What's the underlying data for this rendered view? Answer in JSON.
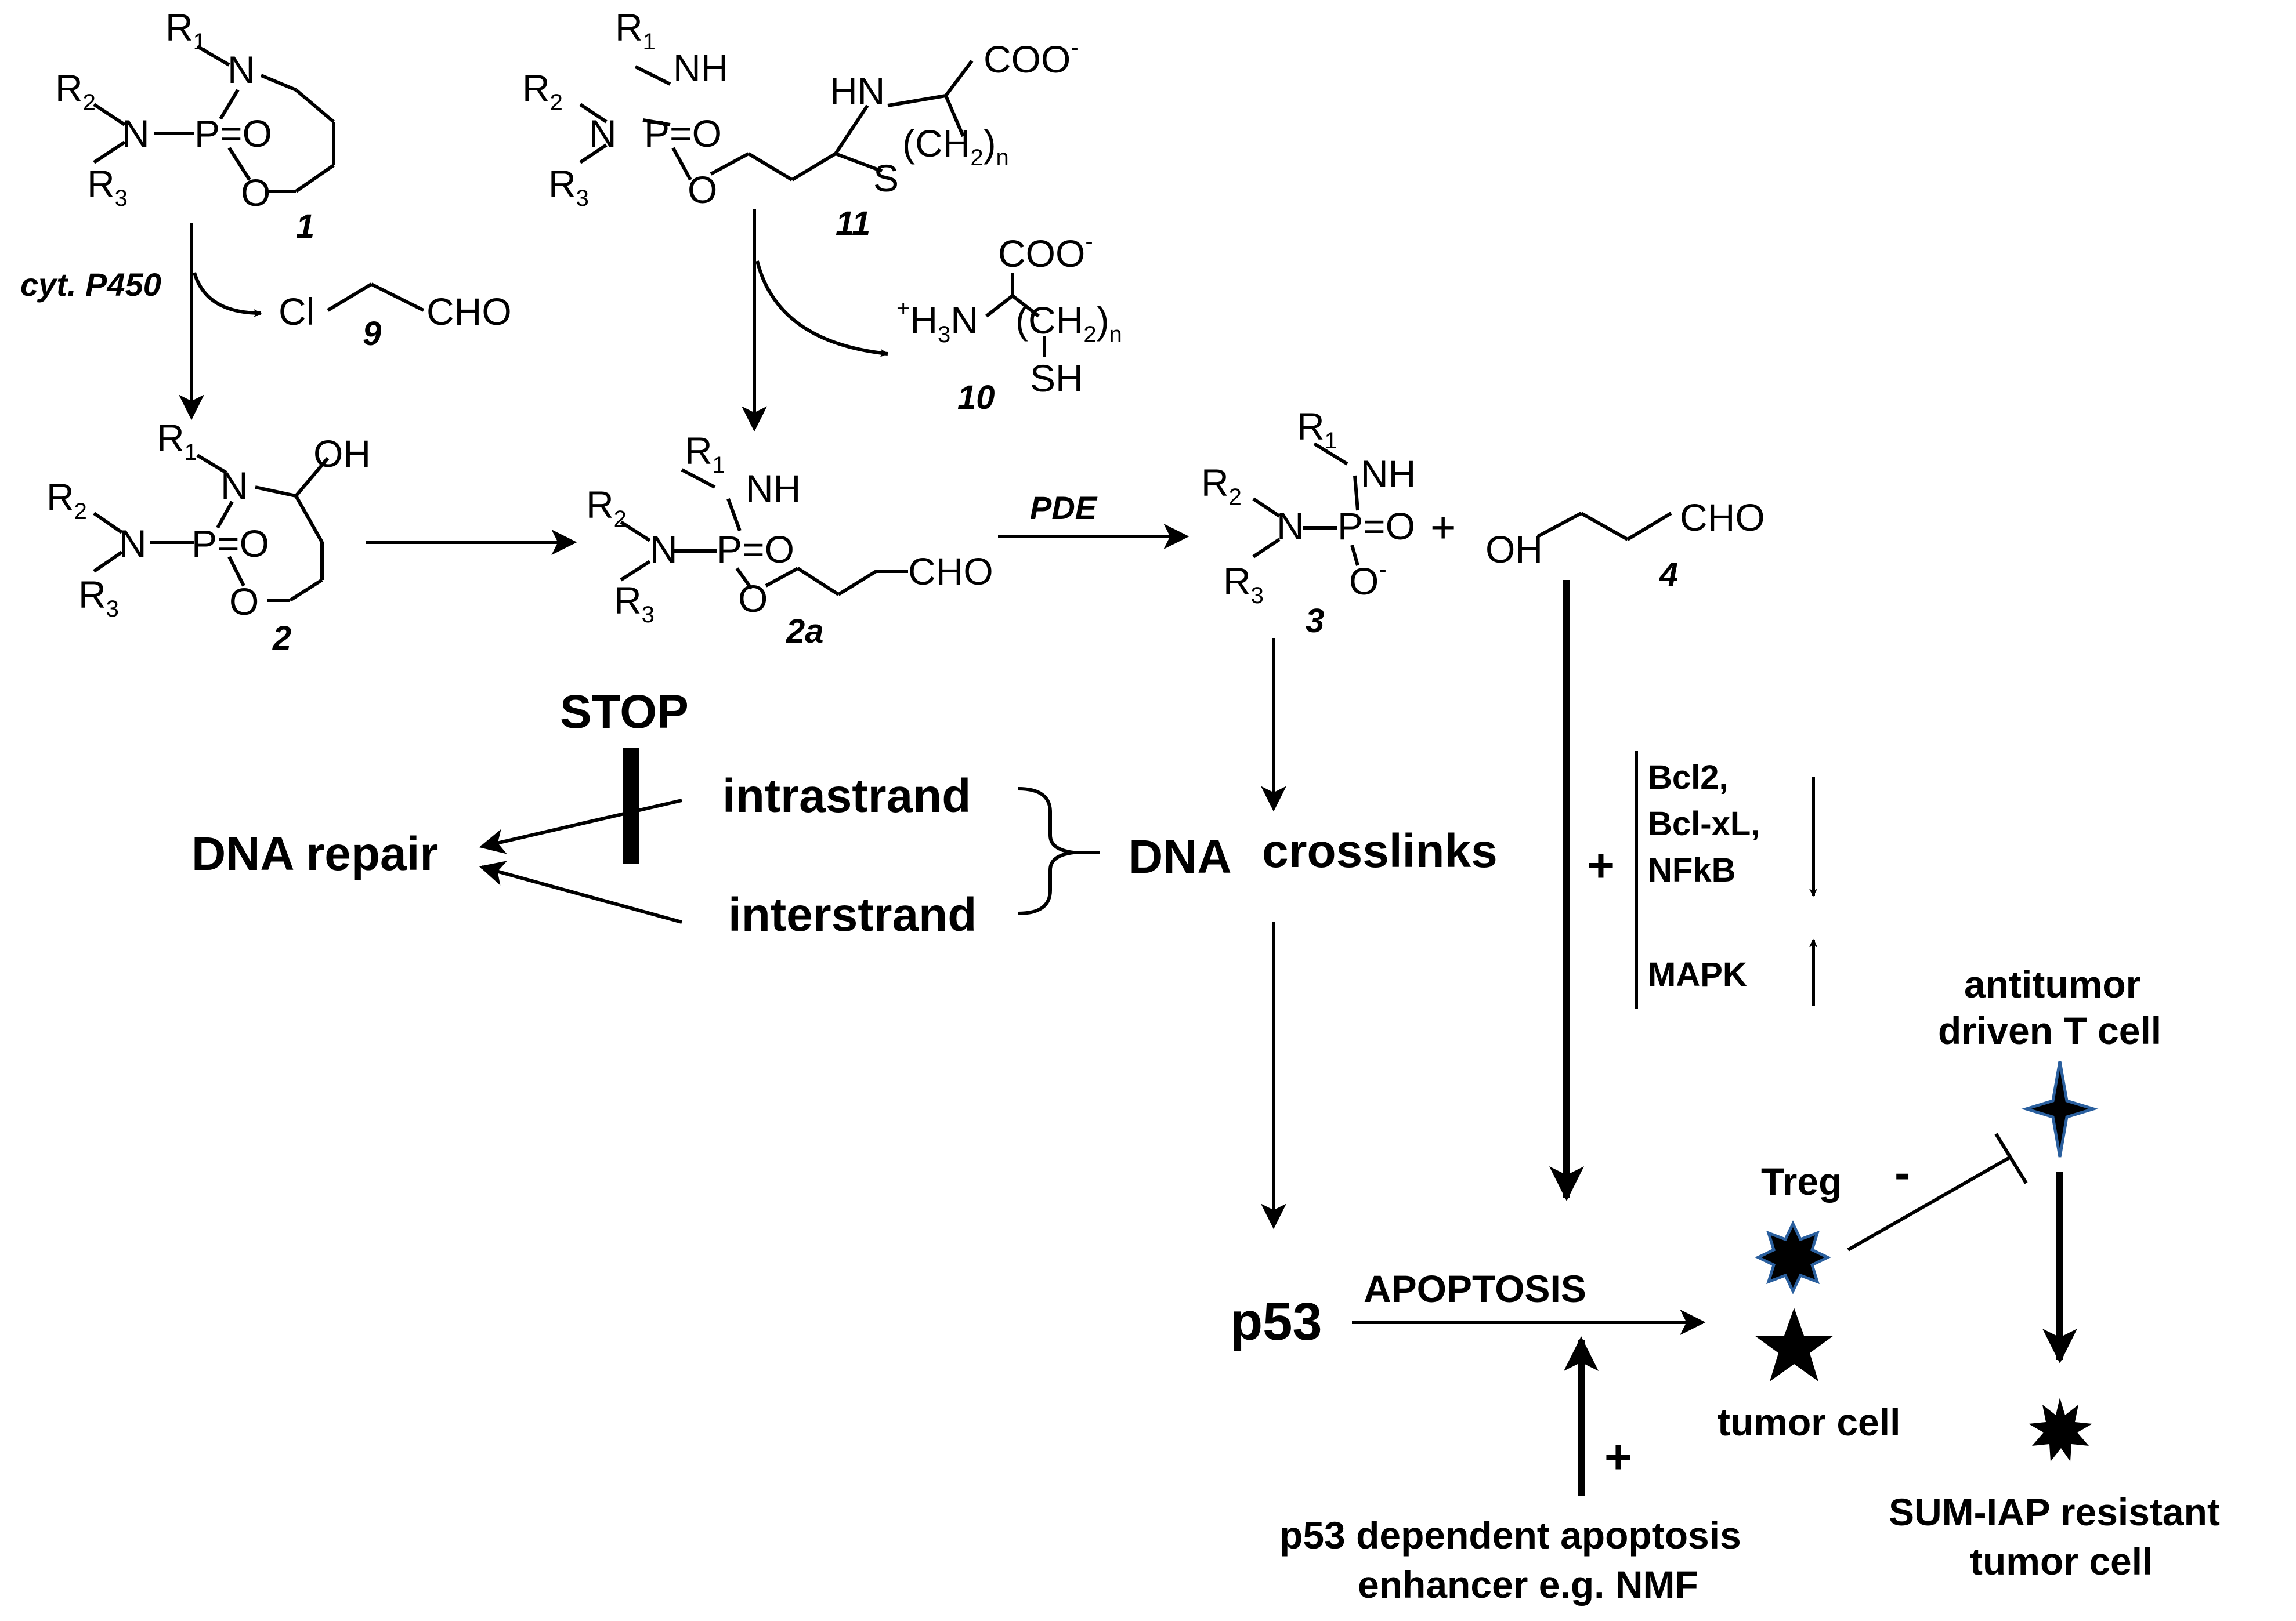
{
  "diagram": {
    "compounds": {
      "c1": {
        "number": "1",
        "r1": "R",
        "r2": "R",
        "r3": "R",
        "sub1": "1",
        "sub2": "2",
        "sub3": "3",
        "n": "N",
        "p": "P",
        "o": "O",
        "ring_o": "O",
        "ring_n": "N"
      },
      "c11": {
        "number": "11",
        "nh": "NH",
        "hn": "HN",
        "coo": "COO",
        "minus": "-",
        "ch2": "(CH",
        "two": "2",
        ")n": ")",
        "n_sub": "n",
        "s": "S"
      },
      "c9": {
        "number": "9",
        "cl": "Cl",
        "cho": "CHO"
      },
      "c10": {
        "number": "10",
        "h3n": "H",
        "three": "3",
        "n": "N",
        "plus": "+",
        "coo": "COO",
        "minus": "-",
        "ch2": "(CH",
        "two": "2",
        "close": ")",
        "n_sub": "n",
        "sh": "SH"
      },
      "c2": {
        "number": "2",
        "oh": "OH"
      },
      "c2a": {
        "number": "2a",
        "nh": "NH",
        "cho": "CHO"
      },
      "c3": {
        "number": "3",
        "nh": "NH",
        "o_minus": "O",
        "minus": "-"
      },
      "c4": {
        "number": "4",
        "oh": "OH",
        "cho": "CHO"
      }
    },
    "labels": {
      "cyt": "cyt. P450",
      "pde": "PDE",
      "plus_join": "+",
      "stop": "STOP",
      "intrastrand": "intrastrand",
      "interstrand": "interstrand",
      "dna_repair": "DNA repair",
      "dna": "DNA",
      "crosslinks": "crosslinks",
      "plus_mid": "+",
      "bcl2": "Bcl2,",
      "bclxl": "Bcl-xL,",
      "nfkb": "NFkB",
      "mapk": "MAPK",
      "p53": "p53",
      "apoptosis": "APOPTOSIS",
      "treg": "Treg",
      "minus": "-",
      "antitumor1": "antitumor",
      "antitumor2": "driven T cell",
      "tumor_cell": "tumor cell",
      "plus_bottom": "+",
      "enhancer1": "p53 dependent apoptosis",
      "enhancer2": "enhancer e.g. NMF",
      "resistant1": "SUM-IAP resistant",
      "resistant2": "tumor cell"
    },
    "colors": {
      "ink": "#000000",
      "cell_outline": "#2a5f9e"
    }
  }
}
